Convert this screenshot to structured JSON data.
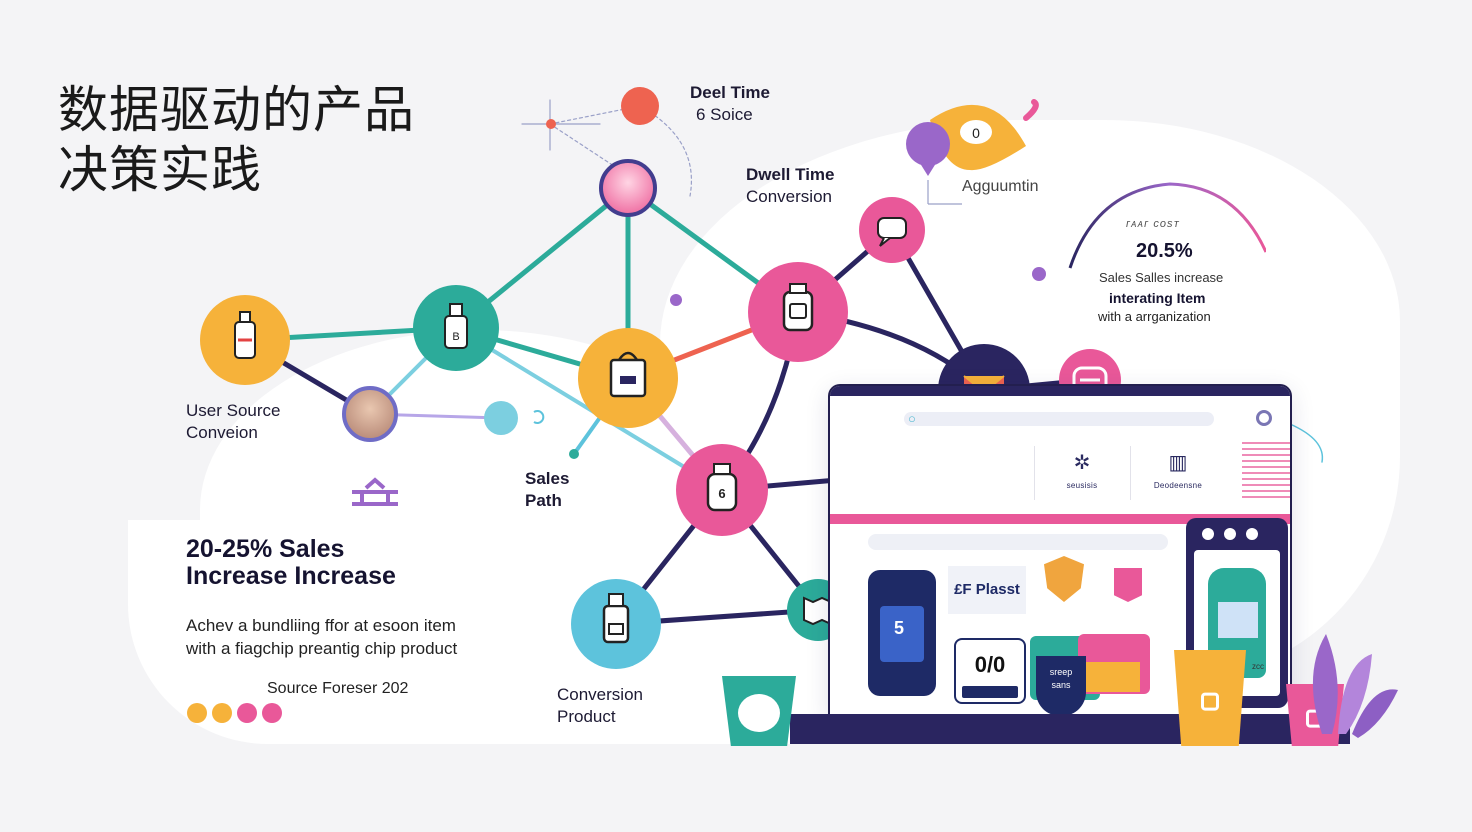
{
  "title": {
    "line1": "数据驱动的产品",
    "line2": "决策实践"
  },
  "labels": {
    "top_right": {
      "line1": "Deel Time",
      "line2": "6 Soice"
    },
    "dwell": {
      "line1": "Dwell Time",
      "line2": "Conversion"
    },
    "agumin": "Agguumtin",
    "user_source": {
      "line1": "User Source",
      "line2": "Conveion"
    },
    "sales_path": {
      "line1": "Sales",
      "line2": "Path"
    },
    "conversion_product": {
      "line1": "Conversion",
      "line2": "Product"
    }
  },
  "callout": {
    "caption": "ᴦᴀᴀᴦ ᴄᴏsᴛ",
    "percent": "20.5%",
    "line1": "Sales Salles increase",
    "line2": "interating Item",
    "line3": "with a arrganization"
  },
  "stat": {
    "headline1": "20-25% Sales",
    "headline2": "Increase Increase",
    "desc1": "Achev a bundliing ffor at esoon item",
    "desc2": "with a fiagchip preantig chip product",
    "source": "Source Foreser 202"
  },
  "browser": {
    "categories": [
      "seusisis",
      "Deodeensne"
    ],
    "plus_label": "£F Plasst",
    "counter": "0/0",
    "bag_text1": "sreep",
    "bag_text2": "sans",
    "bottle_num": "5",
    "phone_small": "ᴢᴄᴄ"
  },
  "colors": {
    "teal": "#2cab9a",
    "orange": "#f6b23a",
    "pink": "#e95899",
    "navy": "#2a2560",
    "coral": "#ee6350",
    "lightblue": "#5dc3dc",
    "purple": "#9a67c9",
    "light_teal_link": "#7ccfe0"
  },
  "dots": [
    "#f6b23a",
    "#f6b23a",
    "#e95899",
    "#e95899"
  ],
  "icons": [
    "bottle-icon",
    "spray-bottle-icon",
    "bag-icon",
    "jar-icon",
    "pouch-icon",
    "bottle-product-icon",
    "map-icon",
    "envelope-icon",
    "cart-icon",
    "lock-box-icon",
    "chat-icon",
    "location-pin-icon",
    "bird-icon",
    "search-icon",
    "profile-icon"
  ]
}
